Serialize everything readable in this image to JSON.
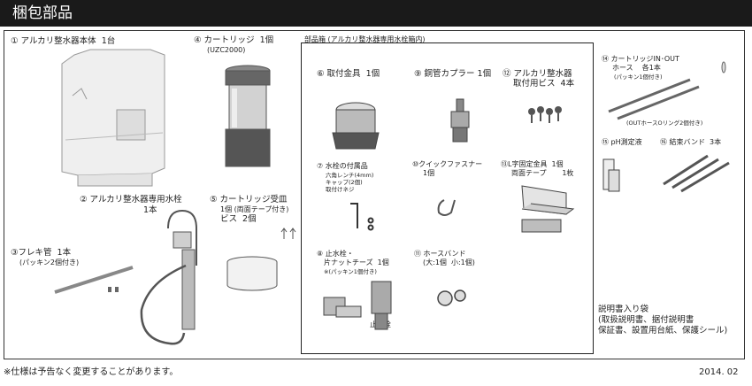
{
  "header": {
    "title": "梱包部品"
  },
  "items": {
    "main_unit": "① アルカリ整水器本体  1台",
    "cartridge": "④ カートリッジ  1個",
    "cartridge_model": "(UZC2000)",
    "faucet": "② アルカリ整水器専用水栓",
    "faucet_qty": "1本",
    "cartridge_tray": "⑤ カートリッジ受皿",
    "cartridge_tray_qty": "1個 (両面テープ付き)",
    "screw": "ビス  2個",
    "flex_pipe": "③フレキ管  1本",
    "flex_pipe_note": "(パッキン2個付き)"
  },
  "parts_box": {
    "title": "部品箱 (アルカリ整水器専用水栓箱内)",
    "mount_bracket": "⑥ 取付金具  1個",
    "copper_coupler": "⑨ 銅管カプラー 1個",
    "unit_screws": "⑫ アルカリ整水器",
    "unit_screws_qty": "取付用ビス  4本",
    "faucet_accessories": "⑦ 水栓の付属品",
    "hex_wrench": "六角レンチ(4mm)",
    "cap": "キャップ(2個)",
    "mount_screw": "取付けネジ",
    "quick_fastener": "⑩クイックファスナー",
    "quick_fastener_qty": "1個",
    "l_bracket": "⑬L字固定金具  1個",
    "tape": "両面テープ       1枚",
    "stop_valve": "⑧ 止水栓・",
    "nut_cheese": "片ナットチーズ  1個",
    "nut_cheese_note": "※(パッキン1個付き)",
    "stop_valve_label": "止水栓",
    "hose_band": "⑪ ホースバンド",
    "hose_band_sizes": "(大:1個  小:1個)"
  },
  "right": {
    "hose": "⑭ カートリッジIN･OUT",
    "hose_qty": "ホース    各1本",
    "hose_note": "(パッキン1個付き)",
    "o_ring_note": "(OUTホースOリング2個付き)",
    "ph_liquid": "⑮ pH測定液",
    "tie_band": "⑯ 結束バンド  3本",
    "manual_bag": "説明書入り袋",
    "manual_line1": "(取扱説明書、据付説明書",
    "manual_line2": "保証書、設置用台紙、保護シール)"
  },
  "footer": {
    "notice": "※仕様は予告なく変更することがあります。",
    "date": "2014. 02"
  }
}
